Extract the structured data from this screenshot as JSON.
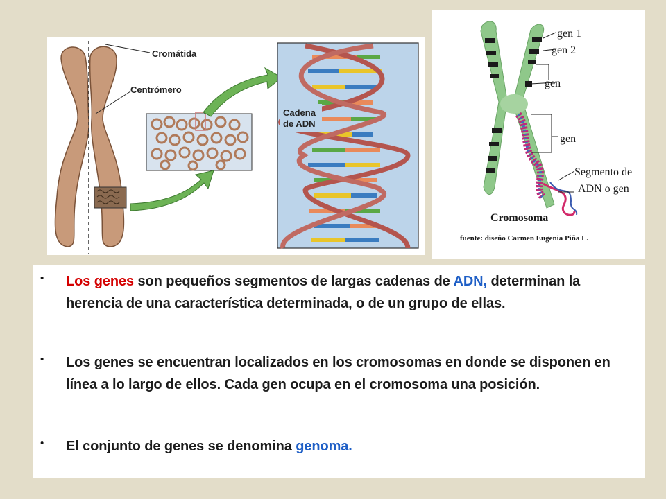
{
  "figure_left": {
    "labels": {
      "chromatid": "Cromátida",
      "centromere": "Centrómero",
      "dna_chain_line1": "Cadena",
      "dna_chain_line2": "de ADN"
    }
  },
  "figure_right": {
    "labels": {
      "gene1": "gen 1",
      "gene2": "gen 2",
      "gene_a": "gen",
      "gene_b": "gen",
      "segment_line1": "Segmento de",
      "segment_line2": "ADN o gen",
      "chromosome": "Cromosoma",
      "credit": "fuente: diseño Carmen Eugenia Piña L."
    }
  },
  "bullets": {
    "b1": {
      "marker": "•",
      "part1": "Los genes",
      "part2": " son pequeños segmentos de largas cadenas de ",
      "part3": "ADN,",
      "part4": " determinan la herencia de una característica determinada, o de un grupo de ellas."
    },
    "b2": {
      "marker": "•",
      "text": "Los genes se encuentran localizados en los cromosomas en donde se disponen en línea a lo largo de ellos. Cada gen ocupa en el cromosoma una posición."
    },
    "b3": {
      "marker": "•",
      "part1": "El conjunto de genes se denomina ",
      "part2": "genoma."
    }
  }
}
